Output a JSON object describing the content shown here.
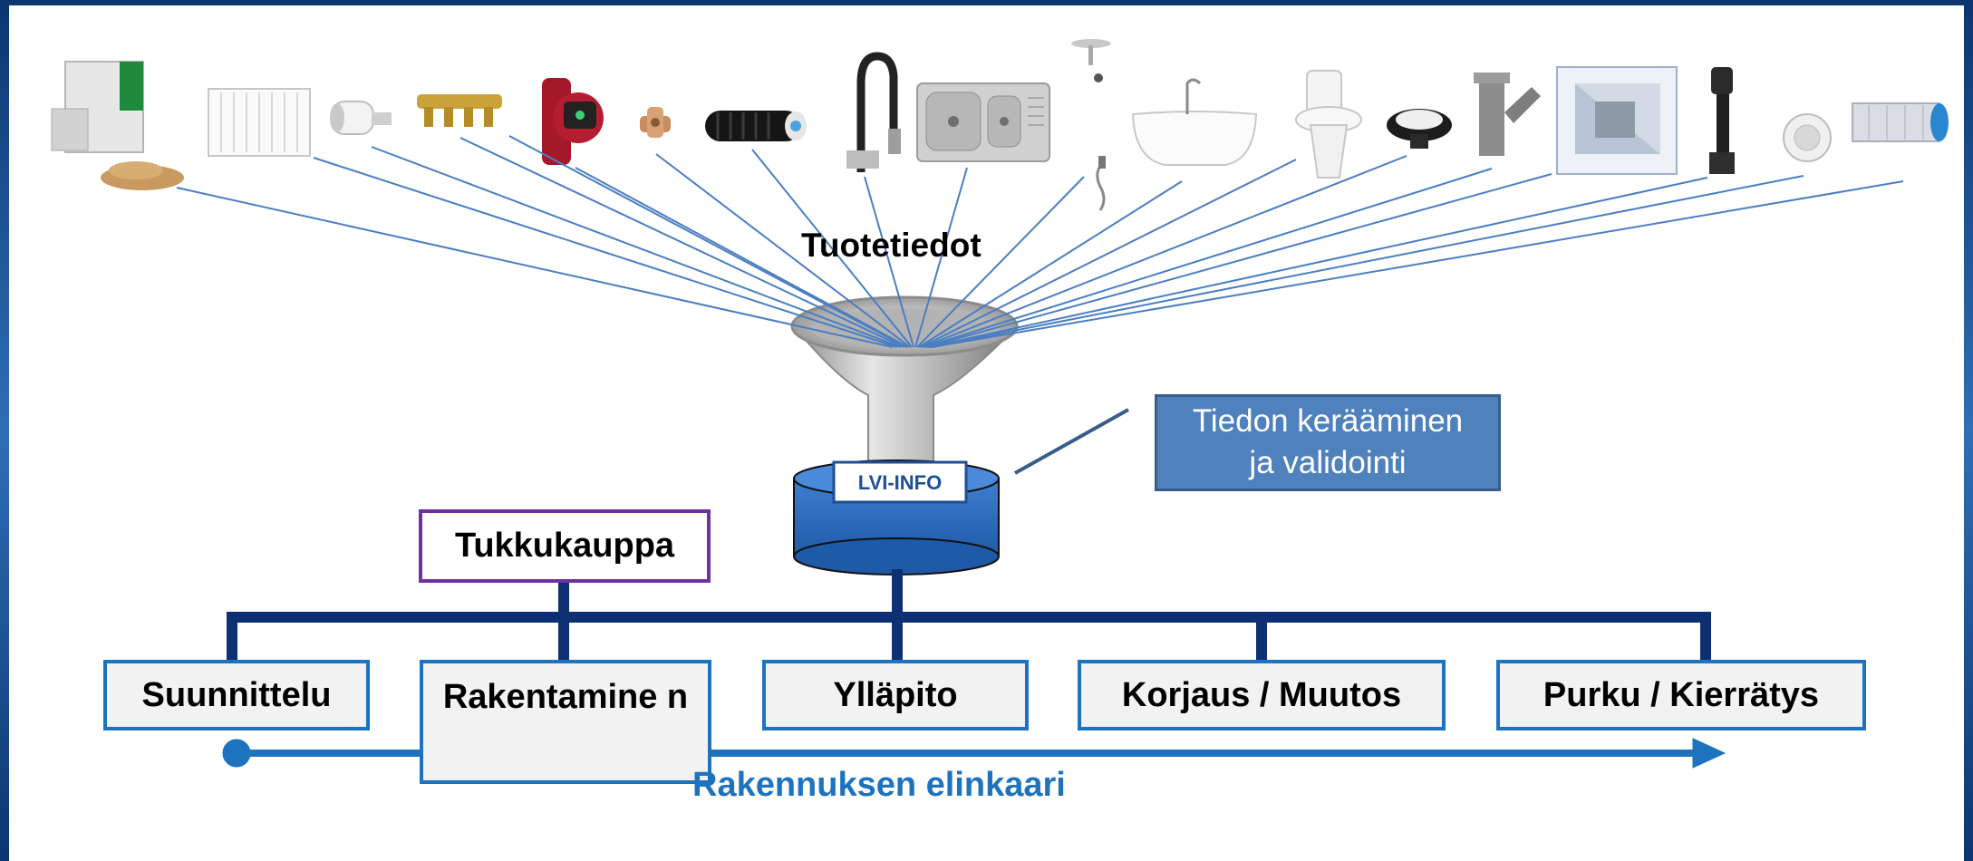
{
  "labels": {
    "products_heading": "Tuotetiedot",
    "database_logo": "LVI-INFO",
    "callout": [
      "Tiedon kerääminen",
      "ja validointi"
    ],
    "wholesale": "Tukkukauppa",
    "lifecycle_caption": "Rakennuksen elinkaari"
  },
  "lifecycle_stages": [
    "Suunnittelu",
    "Rakentamine n",
    "Ylläpito",
    "Korjaus / Muutos",
    "Purku / Kierrätys"
  ],
  "products": [
    {
      "icon": "pellet-boiler-icon"
    },
    {
      "icon": "radiator-icon"
    },
    {
      "icon": "thermostat-valve-icon"
    },
    {
      "icon": "brass-manifold-icon"
    },
    {
      "icon": "circulation-pump-icon"
    },
    {
      "icon": "pipe-fitting-icon"
    },
    {
      "icon": "insulated-pipe-icon"
    },
    {
      "icon": "kitchen-faucet-icon"
    },
    {
      "icon": "kitchen-sink-icon"
    },
    {
      "icon": "shower-set-icon"
    },
    {
      "icon": "bathtub-icon"
    },
    {
      "icon": "toilet-icon"
    },
    {
      "icon": "floor-drain-icon"
    },
    {
      "icon": "pipe-branch-icon"
    },
    {
      "icon": "ventilation-unit-icon"
    },
    {
      "icon": "roof-vent-icon"
    },
    {
      "icon": "air-valve-icon"
    },
    {
      "icon": "ventilation-duct-icon"
    }
  ],
  "colors": {
    "funnel_lines": "#4a7ec3",
    "stage_border": "#1e73be",
    "tree_lines": "#0f2f73",
    "wholesale_border": "#7030a0",
    "callout_fill": "#4f81bd",
    "lifecycle_arrow": "#1e73be",
    "database_fill": "#2f6fc1"
  }
}
